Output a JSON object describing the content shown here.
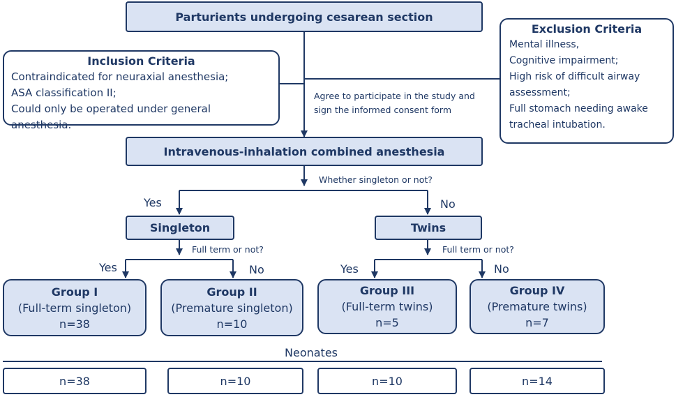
{
  "top_box": "Parturients undergoing cesarean section",
  "inclusion": {
    "title": "Inclusion Criteria",
    "lines": [
      "Contraindicated for neuraxial anesthesia;",
      "ASA classification II;",
      "Could only be operated under general anesthesia."
    ]
  },
  "exclusion": {
    "title": "Exclusion Criteria",
    "lines": [
      "Mental illness,",
      "Cognitive impairment;",
      "High risk of difficult airway",
      "assessment;",
      "Full stomach needing awake",
      "tracheal intubation."
    ]
  },
  "consent_note": [
    "Agree to participate in the study and",
    "sign the informed consent form"
  ],
  "anesthesia_box": "Intravenous-inhalation combined anesthesia",
  "q_singleton": "Whether singleton or not?",
  "yes": "Yes",
  "no": "No",
  "singleton_box": "Singleton",
  "twins_box": "Twins",
  "q_fullterm": "Full term or not?",
  "groups": [
    {
      "name": "Group I",
      "desc": "(Full-term singleton)",
      "n": "n=38"
    },
    {
      "name": "Group II",
      "desc": "(Premature singleton)",
      "n": "n=10"
    },
    {
      "name": "Group III",
      "desc": "(Full-term twins)",
      "n": "n=5"
    },
    {
      "name": "Group IV",
      "desc": "(Premature twins)",
      "n": "n=7"
    }
  ],
  "neonates_label": "Neonates",
  "neonates": [
    "n=38",
    "n=10",
    "n=10",
    "n=14"
  ],
  "colors": {
    "line": "#1f3864",
    "fill": "#dae3f3"
  }
}
